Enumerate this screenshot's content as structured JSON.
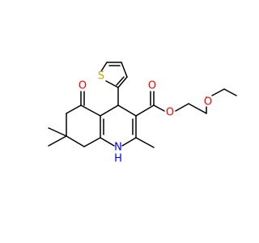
{
  "labels": {
    "ketone_oxygen": "O",
    "thiophene_sulfur": "S",
    "ester_carbonyl_oxygen": "O",
    "ester_ether_oxygen": "O",
    "ethoxy_oxygen": "O",
    "amine": "NH",
    "amine_hydrogen": "H",
    "amine_nitrogen": "N"
  },
  "colors": {
    "oxygen": "#ff0000",
    "sulfur": "#c8a400",
    "nitrogen": "#0000ff",
    "bond": "#000000"
  }
}
